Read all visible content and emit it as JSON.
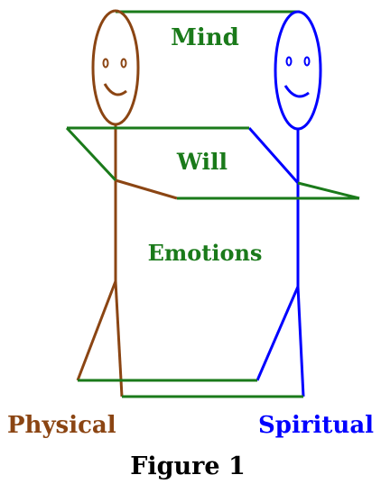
{
  "labels": {
    "mind": "Mind",
    "will": "Will",
    "emotions": "Emotions",
    "physical": "Physical",
    "spiritual": "Spiritual",
    "caption": "Figure 1"
  },
  "colors": {
    "physical": "#8b4513",
    "spiritual": "#0000ff",
    "soul": "#1a7a1a",
    "caption": "#000000"
  }
}
